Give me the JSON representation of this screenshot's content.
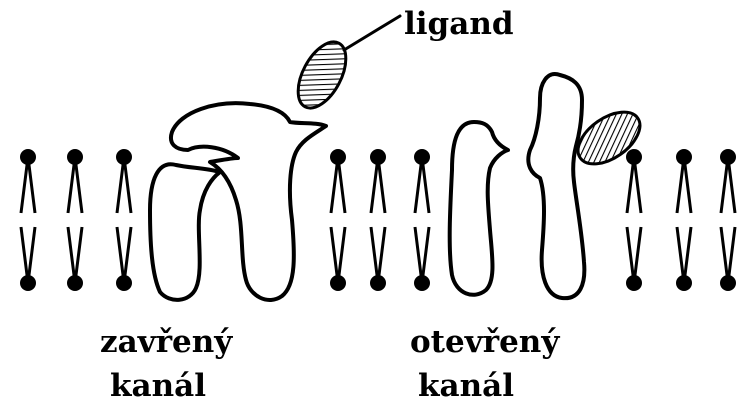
{
  "labels": {
    "ligand": "ligand",
    "closed_line1": "zavřený",
    "closed_line2": "kanál",
    "open_line1": "otevřený",
    "open_line2": "kanál"
  },
  "colors": {
    "ink": "#000000",
    "background": "#ffffff"
  }
}
